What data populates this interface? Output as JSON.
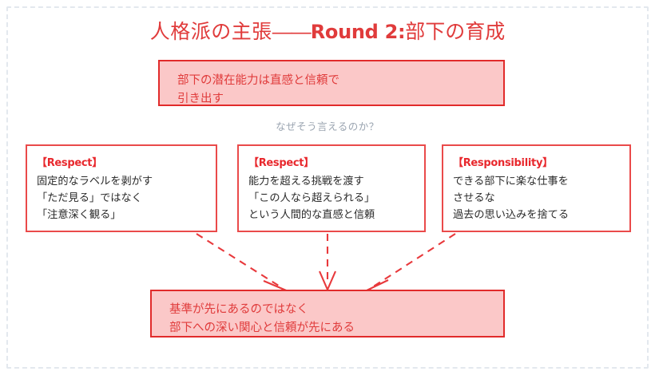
{
  "title": {
    "main": "人格派の主張",
    "dash": "——",
    "round": "Round 2:",
    "tail": "部下の育成"
  },
  "top_claim": {
    "line1": "部下の潜在能力は直感と信頼で",
    "line2": "引き出す"
  },
  "question": "なぜそう言えるのか？",
  "cards": [
    {
      "label": "【Respect】",
      "line1": "固定的なラベルを剥がす",
      "line2": "「ただ見る」ではなく",
      "line3": "「注意深く観る」"
    },
    {
      "label": "【Respect】",
      "line1": "能力を超える挑戦を渡す",
      "line2": "「この人なら超えられる」",
      "line3": "という人間的な直感と信頼"
    },
    {
      "label": "【Responsibility】",
      "line1": "できる部下に楽な仕事を",
      "line2": "させるな",
      "line3": "過去の思い込みを捨てる"
    }
  ],
  "conclusion": {
    "line1": "基準が先にあるのではなく",
    "line2": "部下への深い関心と信頼が先にある"
  },
  "colors": {
    "accent_red": "#e12b2b",
    "title_red": "#e03b3b",
    "label_red": "#e8282d",
    "card_border": "#ea4a4a",
    "box_fill": "#fbc8c8",
    "body_text": "#2b2b2b",
    "question_gray": "#9aa4b0",
    "frame_gray": "#e3e8ee"
  }
}
